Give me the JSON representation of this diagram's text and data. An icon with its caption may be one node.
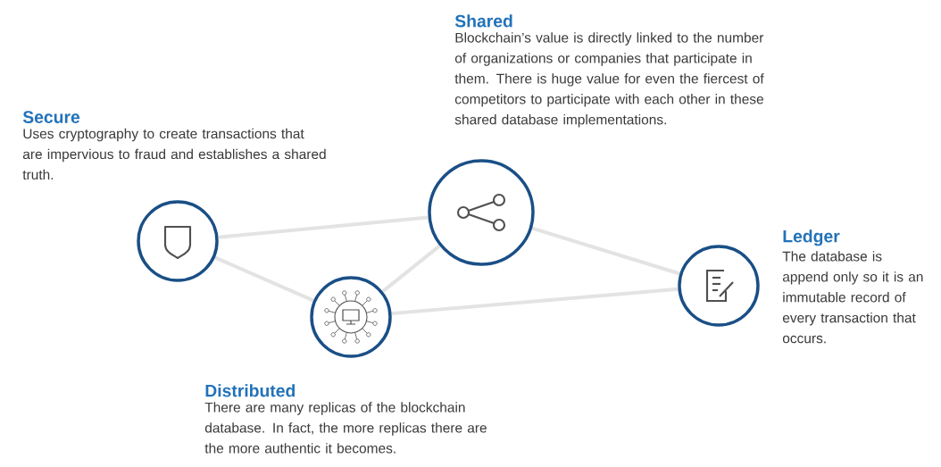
{
  "diagram": {
    "nodes": [
      {
        "text": [
          "Shared",
          "Blockchain’s value is directly linked to the number of organizations or companies that participate in them. There is huge value for even the fiercest of competitors to participate with each other in these shared database implementations."
        ]
      },
      {
        "text": [
          "Secure",
          "Uses cryptography to create transactions that are impervious to fraud and establishes a shared truth."
        ]
      },
      {
        "text": [
          "Ledger",
          "The database is append only so it is an immutable record of every transaction that occurs."
        ]
      },
      {
        "text": [
          "Distributed",
          "There are many replicas of the blockchain database. In fact, the more replicas there are the more authentic it becomes."
        ]
      }
    ],
    "edges": [
      {
        "from": 1,
        "to": 0,
        "arrow": "none"
      },
      {
        "from": 1,
        "to": 3,
        "arrow": "none"
      },
      {
        "from": 3,
        "to": 0,
        "arrow": "none"
      },
      {
        "from": 0,
        "to": 2,
        "arrow": "none"
      },
      {
        "from": 3,
        "to": 2,
        "arrow": "none"
      }
    ]
  }
}
